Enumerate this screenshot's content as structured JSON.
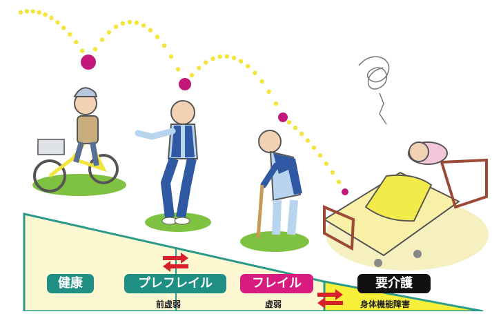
{
  "stages": {
    "healthy": {
      "label": "健康"
    },
    "prefrail": {
      "label": "プレフレイル",
      "sub": "前虚弱"
    },
    "frail": {
      "label": "フレイル",
      "sub": "虚弱"
    },
    "care": {
      "label": "要介護",
      "sub": "身体機能障害"
    }
  },
  "colors": {
    "teal": "#1e8f82",
    "magenta": "#d81b7e",
    "black": "#111111",
    "ball": "#c2187a",
    "dot": "#f3e53a",
    "cream": "#fdf7d2",
    "yellow": "#f8ef3a",
    "grass": "#7fc241",
    "arrow": "#d8202a"
  }
}
